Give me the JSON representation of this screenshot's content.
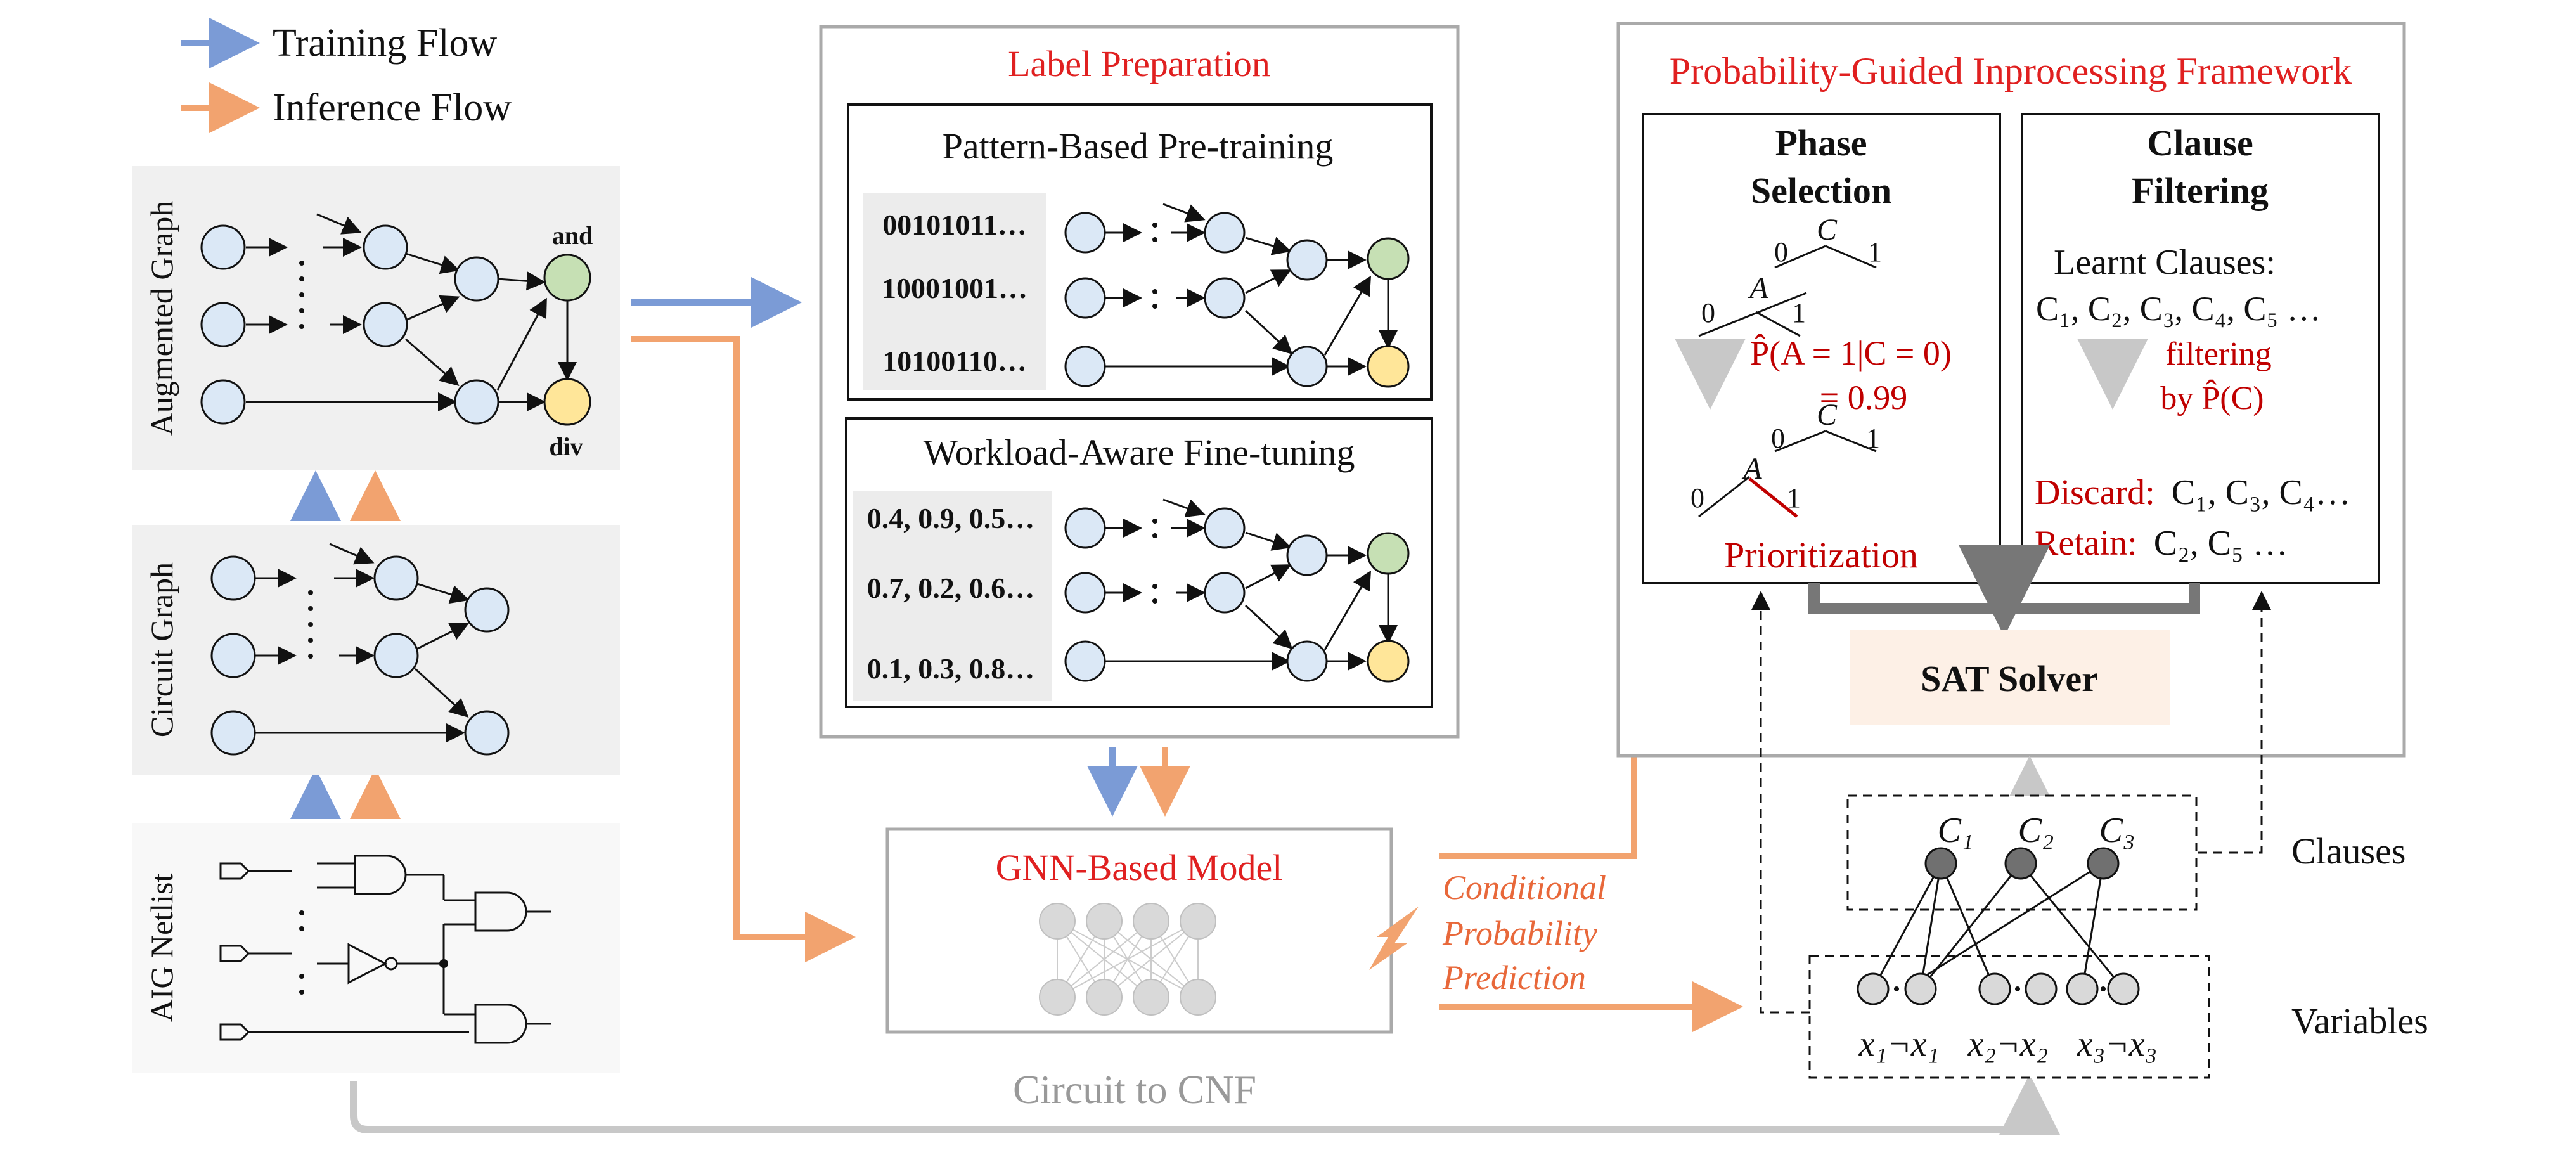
{
  "legend": {
    "training": "Training Flow",
    "inference": "Inference Flow"
  },
  "colors": {
    "training": "#7b9bd6",
    "inference": "#f2a36f",
    "accent_red": "#e02020",
    "node_blue": "#dbe8f6",
    "node_green": "#c6e0b4",
    "node_yellow": "#ffe699",
    "panel_grey": "#f0f0f0",
    "sat_bg": "#fdf0e6"
  },
  "left_panels": {
    "augmented_graph": "Augmented Graph",
    "circuit_graph": "Circuit Graph",
    "aig_netlist": "AIG Netlist",
    "node_and": "and",
    "node_div": "div"
  },
  "label_preparation": {
    "title": "Label Preparation",
    "pretraining": {
      "title": "Pattern-Based Pre-training",
      "patterns": [
        "00101011…",
        "10001001…",
        "10100110…"
      ]
    },
    "finetuning": {
      "title": "Workload-Aware Fine-tuning",
      "workloads": [
        "0.4, 0.9, 0.5…",
        "0.7, 0.2, 0.6…",
        "0.1, 0.3, 0.8…"
      ]
    }
  },
  "gnn": {
    "title": "GNN-Based Model"
  },
  "prediction": {
    "line1": "Conditional",
    "line2": "Probability",
    "line3": "Prediction"
  },
  "circuit_to_cnf": "Circuit to CNF",
  "framework": {
    "title": "Probability-Guided Inprocessing Framework",
    "phase_selection": {
      "title1": "Phase",
      "title2": "Selection",
      "node_c": "C",
      "node_a": "A",
      "zero": "0",
      "one": "1",
      "formula_line1": "P̂(A = 1|C = 0)",
      "formula_line2": "= 0.99",
      "result": "Prioritization"
    },
    "clause_filtering": {
      "title1": "Clause",
      "title2": "Filtering",
      "learnt_label": "Learnt Clauses:",
      "learnt_list": "C₁, C₂, C₃, C₄, C₅  …",
      "filter_line1": "filtering",
      "filter_line2": "by P̂(C)",
      "discard_label": "Discard:",
      "discard_list": "C₁, C₃, C₄…",
      "retain_label": "Retain:",
      "retain_list": "C₂, C₅  …"
    },
    "sat_solver": "SAT Solver"
  },
  "cnf_graph": {
    "clauses_label": "Clauses",
    "variables_label": "Variables",
    "clause_names": [
      "C₁",
      "C₂",
      "C₃"
    ],
    "variable_labels": [
      "x₁¬x₁",
      "x₂¬x₂",
      "x₃¬x₃"
    ]
  }
}
